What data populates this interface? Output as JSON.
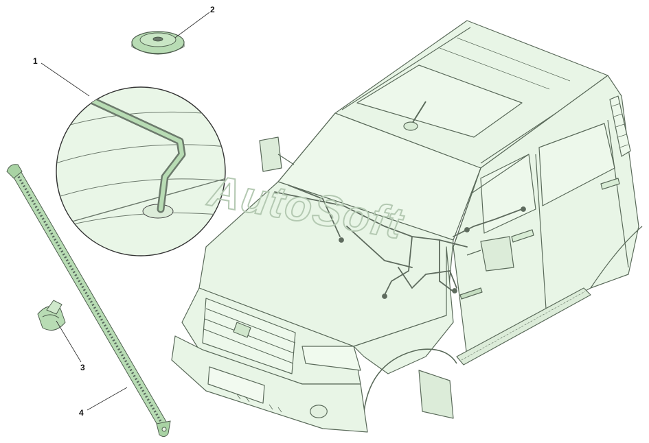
{
  "watermark": "AutoSoft",
  "callouts": [
    {
      "label": "1",
      "part": "wiring-harness"
    },
    {
      "label": "2",
      "part": "rubber-grommet"
    },
    {
      "label": "3",
      "part": "clip"
    },
    {
      "label": "4",
      "part": "cable-tie"
    }
  ],
  "colors": {
    "body_fill": "#e8f5e6",
    "body_stroke": "#5a6a5a",
    "harness": "#6c7a6c",
    "part_fill": "#b8dcb4",
    "detail_fill": "#e9f6e7"
  }
}
